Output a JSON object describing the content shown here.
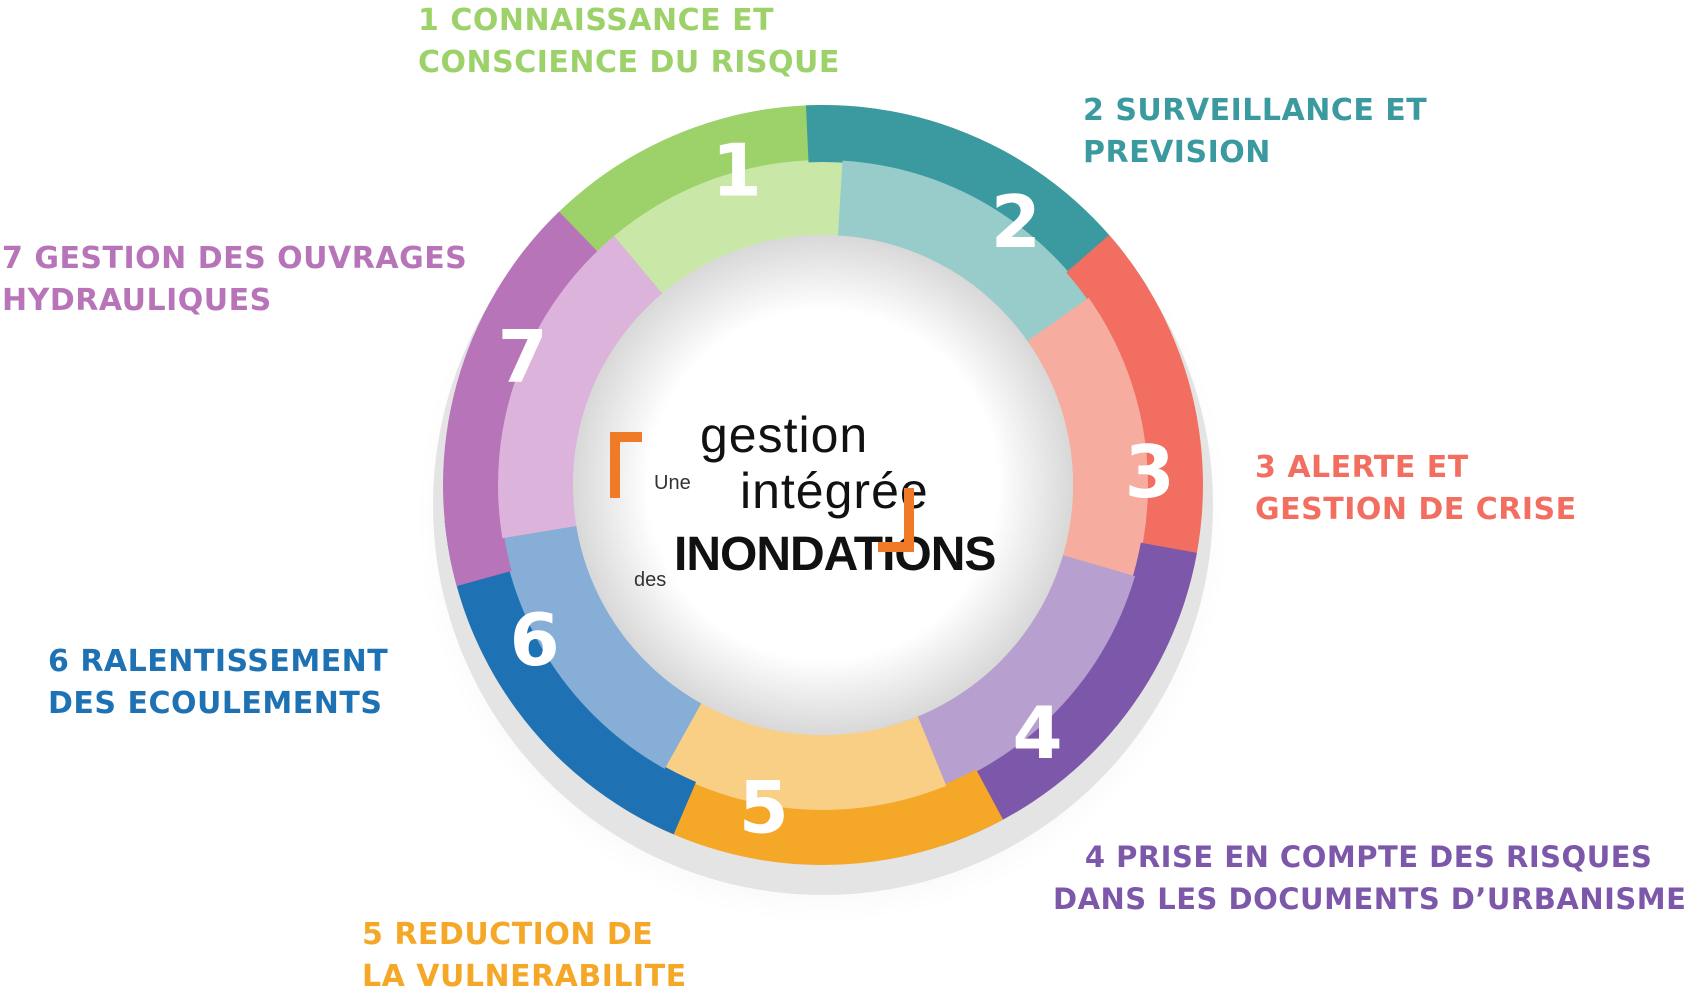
{
  "center": {
    "une": "Une",
    "gestion": "gestion",
    "integree": "intégrée",
    "des": "des",
    "inondations": "INONDATIONS",
    "bracket_color": "#f07b26"
  },
  "steps": [
    {
      "number": "1",
      "line1": "1 CONNAISSANCE ET",
      "line2": "CONSCIENCE DU RISQUE",
      "color": "#9dd26a",
      "light": "#c9e8a8",
      "text_color": "#9dd26a"
    },
    {
      "number": "2",
      "line1": "2 SURVEILLANCE ET",
      "line2": "PREVISION",
      "color": "#3a9aa0",
      "light": "#98ccca",
      "text_color": "#3a9aa0"
    },
    {
      "number": "3",
      "line1": "3 ALERTE ET",
      "line2": "GESTION DE CRISE",
      "color": "#f26e60",
      "light": "#f6ada0",
      "text_color": "#f26e60"
    },
    {
      "number": "4",
      "line1": "4 PRISE EN COMPTE DES RISQUES",
      "line2": "DANS LES DOCUMENTS D’URBANISME",
      "color": "#7c57aa",
      "light": "#b7a0d0",
      "text_color": "#7c57aa"
    },
    {
      "number": "5",
      "line1": "5 REDUCTION DE",
      "line2": "LA VULNERABILITE",
      "color": "#f5a728",
      "light": "#f8cf85",
      "text_color": "#f5a728"
    },
    {
      "number": "6",
      "line1": "6 RALENTISSEMENT",
      "line2": "DES ECOULEMENTS",
      "color": "#1e72b4",
      "light": "#86aed6",
      "text_color": "#1e72b4"
    },
    {
      "number": "7",
      "line1": "7 GESTION DES OUVRAGES",
      "line2": "HYDRAULIQUES",
      "color": "#b874b8",
      "light": "#dcb3da",
      "text_color": "#b874b8"
    }
  ]
}
